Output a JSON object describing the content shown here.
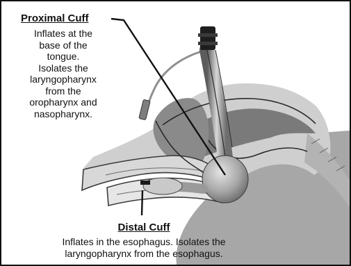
{
  "proximal_cuff": {
    "title": "Proximal Cuff",
    "lines": [
      "Inflates at the",
      "base of the",
      "tongue.",
      "Isolates the",
      "laryngopharynx",
      "from the",
      "oropharynx and",
      "nasopharynx."
    ]
  },
  "distal_cuff": {
    "title": "Distal Cuff",
    "lines": [
      "Inflates in the esophagus.  Isolates the",
      "laryngopharynx from the esophagus."
    ]
  }
}
